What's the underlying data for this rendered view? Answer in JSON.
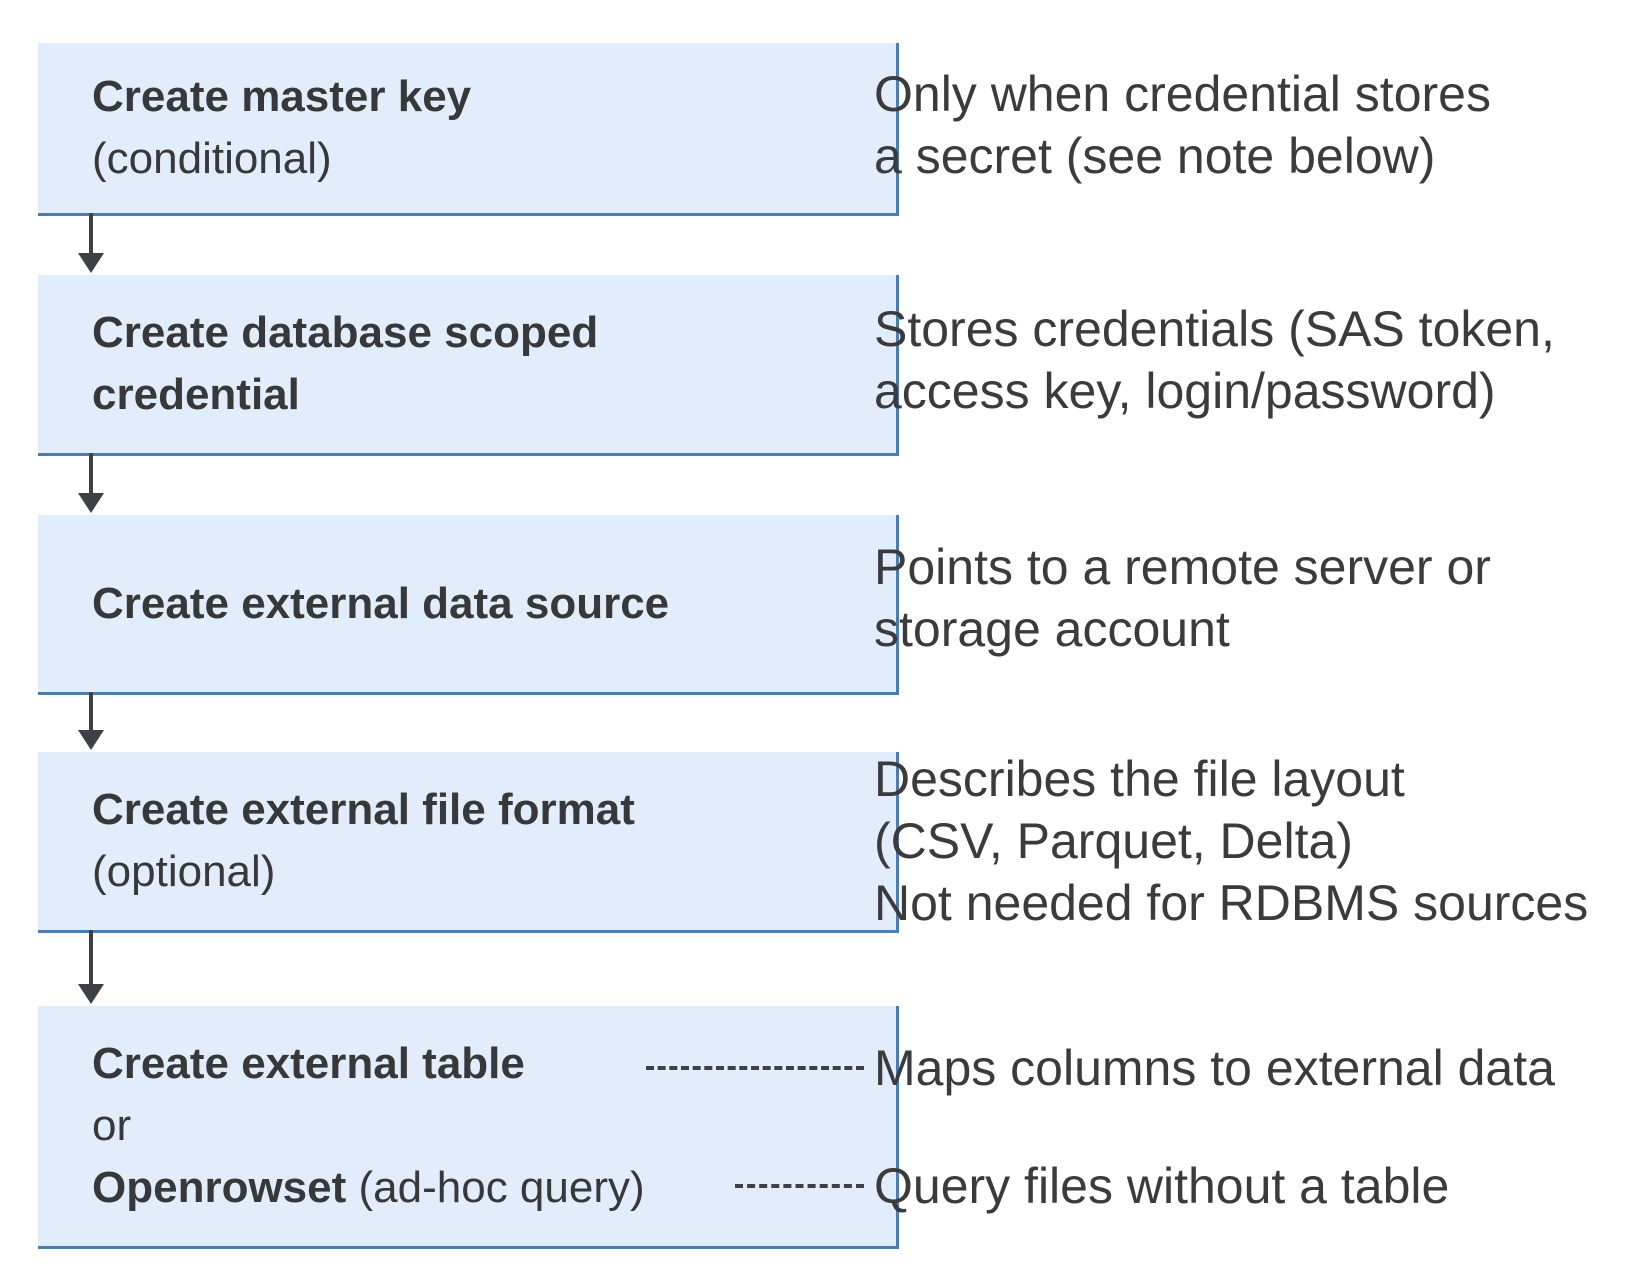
{
  "diagram_title": "External data access setup flow",
  "colors": {
    "box_fill": "#e2edfb",
    "box_border": "#4d7cae",
    "connector": "#3d4045",
    "text": "#37383a"
  },
  "boxes": [
    {
      "title": "Create master key",
      "qualifier": "(conditional)"
    },
    {
      "title": "Create database scoped credential"
    },
    {
      "title": "Create external data source"
    },
    {
      "title": "Create external file format",
      "qualifier": "(optional)"
    },
    {
      "title": "Create external table",
      "conjunction": "or",
      "alt_title": "Openrowset",
      "alt_qualifier": " (ad-hoc query)"
    }
  ],
  "notes": [
    {
      "lines": [
        "Only when credential stores",
        "a secret (see note below)"
      ]
    },
    {
      "lines": [
        "Stores credentials (SAS token,",
        "access key, login/password)"
      ]
    },
    {
      "lines": [
        "Points to a remote server or",
        "storage account"
      ]
    },
    {
      "lines": [
        "Describes the file layout",
        "(CSV, Parquet, Delta)",
        "Not needed for RDBMS sources"
      ]
    },
    {
      "lines": [
        "Maps columns to external data"
      ]
    },
    {
      "lines": [
        "Query files without a table"
      ]
    }
  ]
}
